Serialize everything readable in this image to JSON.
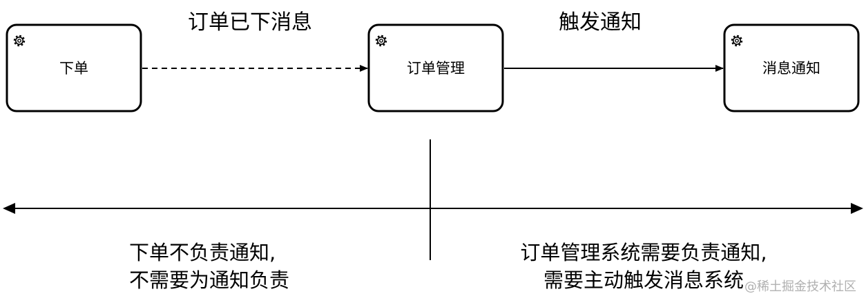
{
  "nodes": [
    {
      "id": "place-order",
      "label": "下单",
      "icon": "gear-icon"
    },
    {
      "id": "order-management",
      "label": "订单管理",
      "icon": "gear-icon"
    },
    {
      "id": "message-notification",
      "label": "消息通知",
      "icon": "gear-icon"
    }
  ],
  "edges": [
    {
      "from": "place-order",
      "to": "order-management",
      "label": "订单已下消息",
      "style": "dashed"
    },
    {
      "from": "order-management",
      "to": "message-notification",
      "label": "触发通知",
      "style": "solid"
    }
  ],
  "notes": {
    "left_line1": "下单不负责通知,",
    "left_line2": "不需要为通知负责",
    "right_line1": "订单管理系统需要负责通知,",
    "right_line2": "需要主动触发消息系统"
  },
  "watermark": "@稀土掘金技术社区"
}
